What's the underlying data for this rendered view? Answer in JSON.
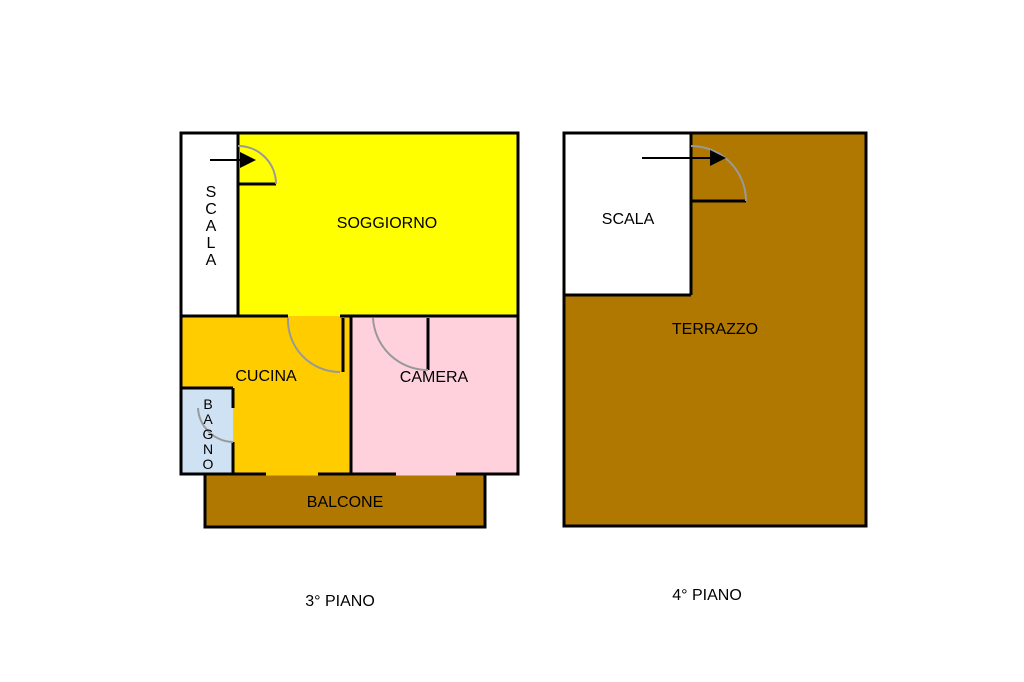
{
  "colors": {
    "soggiorno": "#ffff00",
    "cucina": "#ffcc00",
    "camera": "#ffd1dc",
    "bagno": "#cfe2f3",
    "scala": "#ffffff",
    "balcone": "#b07800",
    "terrazzo": "#b07800",
    "wall": "#000000",
    "door_arc": "#999999"
  },
  "floor3": {
    "label": "3° PIANO",
    "rooms": {
      "scala": {
        "letters": [
          "S",
          "C",
          "A",
          "L",
          "A"
        ]
      },
      "soggiorno": {
        "name": "SOGGIORNO"
      },
      "cucina": {
        "name": "CUCINA"
      },
      "camera": {
        "name": "CAMERA"
      },
      "bagno": {
        "letters": [
          "B",
          "A",
          "G",
          "N",
          "O"
        ]
      },
      "balcone": {
        "name": "BALCONE"
      }
    }
  },
  "floor4": {
    "label": "4° PIANO",
    "rooms": {
      "scala": {
        "name": "SCALA"
      },
      "terrazzo": {
        "name": "TERRAZZO"
      }
    }
  }
}
